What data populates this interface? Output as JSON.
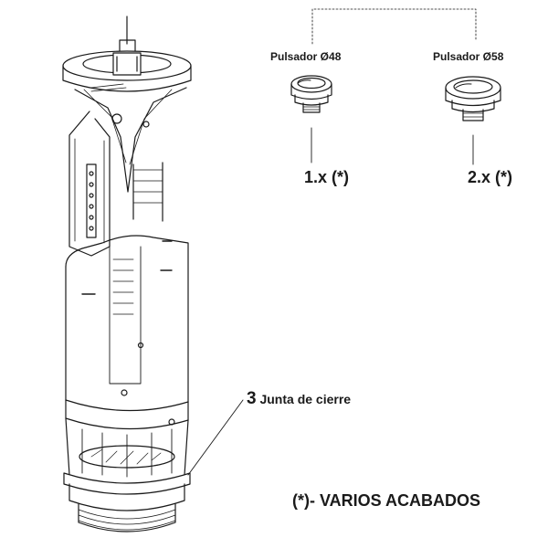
{
  "labels": {
    "pusher_48": "Pulsador Ø48",
    "pusher_58": "Pulsador Ø58",
    "code_48": "1.x (*)",
    "code_58": "2.x (*)",
    "part_number": "3",
    "part_name": "Junta de cierre",
    "finishes_note": "(*)- VARIOS ACABADOS"
  },
  "colors": {
    "stroke": "#1a1a1a",
    "background": "#ffffff"
  }
}
